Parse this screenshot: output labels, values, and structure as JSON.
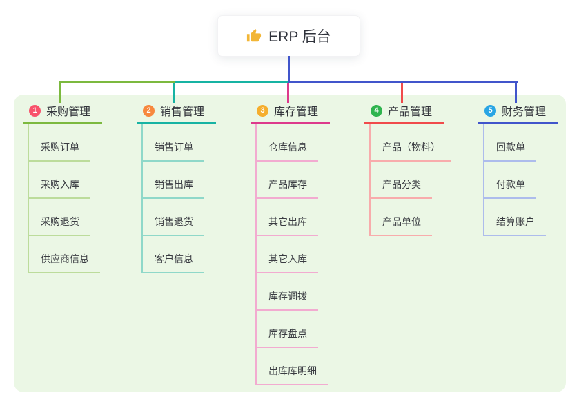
{
  "root": {
    "label": "ERP 后台",
    "icon": "thumbs-up-icon",
    "icon_color": "#f2b636",
    "line_color": "#4155cb"
  },
  "panel": {
    "background": "#ebf7e5"
  },
  "branches": [
    {
      "num": "1",
      "label": "采购管理",
      "badge_color": "#f8526b",
      "line_color": "#7cb93f",
      "child_line_color": "#bcdc9b",
      "children": [
        "采购订单",
        "采购入库",
        "采购退货",
        "供应商信息"
      ]
    },
    {
      "num": "2",
      "label": "销售管理",
      "badge_color": "#f7883e",
      "line_color": "#17b3a3",
      "child_line_color": "#8fd8c9",
      "children": [
        "销售订单",
        "销售出库",
        "销售退货",
        "客户信息"
      ]
    },
    {
      "num": "3",
      "label": "库存管理",
      "badge_color": "#f5ae2d",
      "line_color": "#dd3a8c",
      "child_line_color": "#f2abd0",
      "children": [
        "仓库信息",
        "产品库存",
        "其它出库",
        "其它入库",
        "库存调拨",
        "库存盘点",
        "出库库明细"
      ]
    },
    {
      "num": "4",
      "label": "产品管理",
      "badge_color": "#2fb44e",
      "line_color": "#f04b4b",
      "child_line_color": "#f8acac",
      "children": [
        "产品（物料）",
        "产品分类",
        "产品单位"
      ]
    },
    {
      "num": "5",
      "label": "财务管理",
      "badge_color": "#29a5e4",
      "line_color": "#4155cb",
      "child_line_color": "#adbcec",
      "children": [
        "回款单",
        "付款单",
        "结算账户"
      ]
    }
  ]
}
